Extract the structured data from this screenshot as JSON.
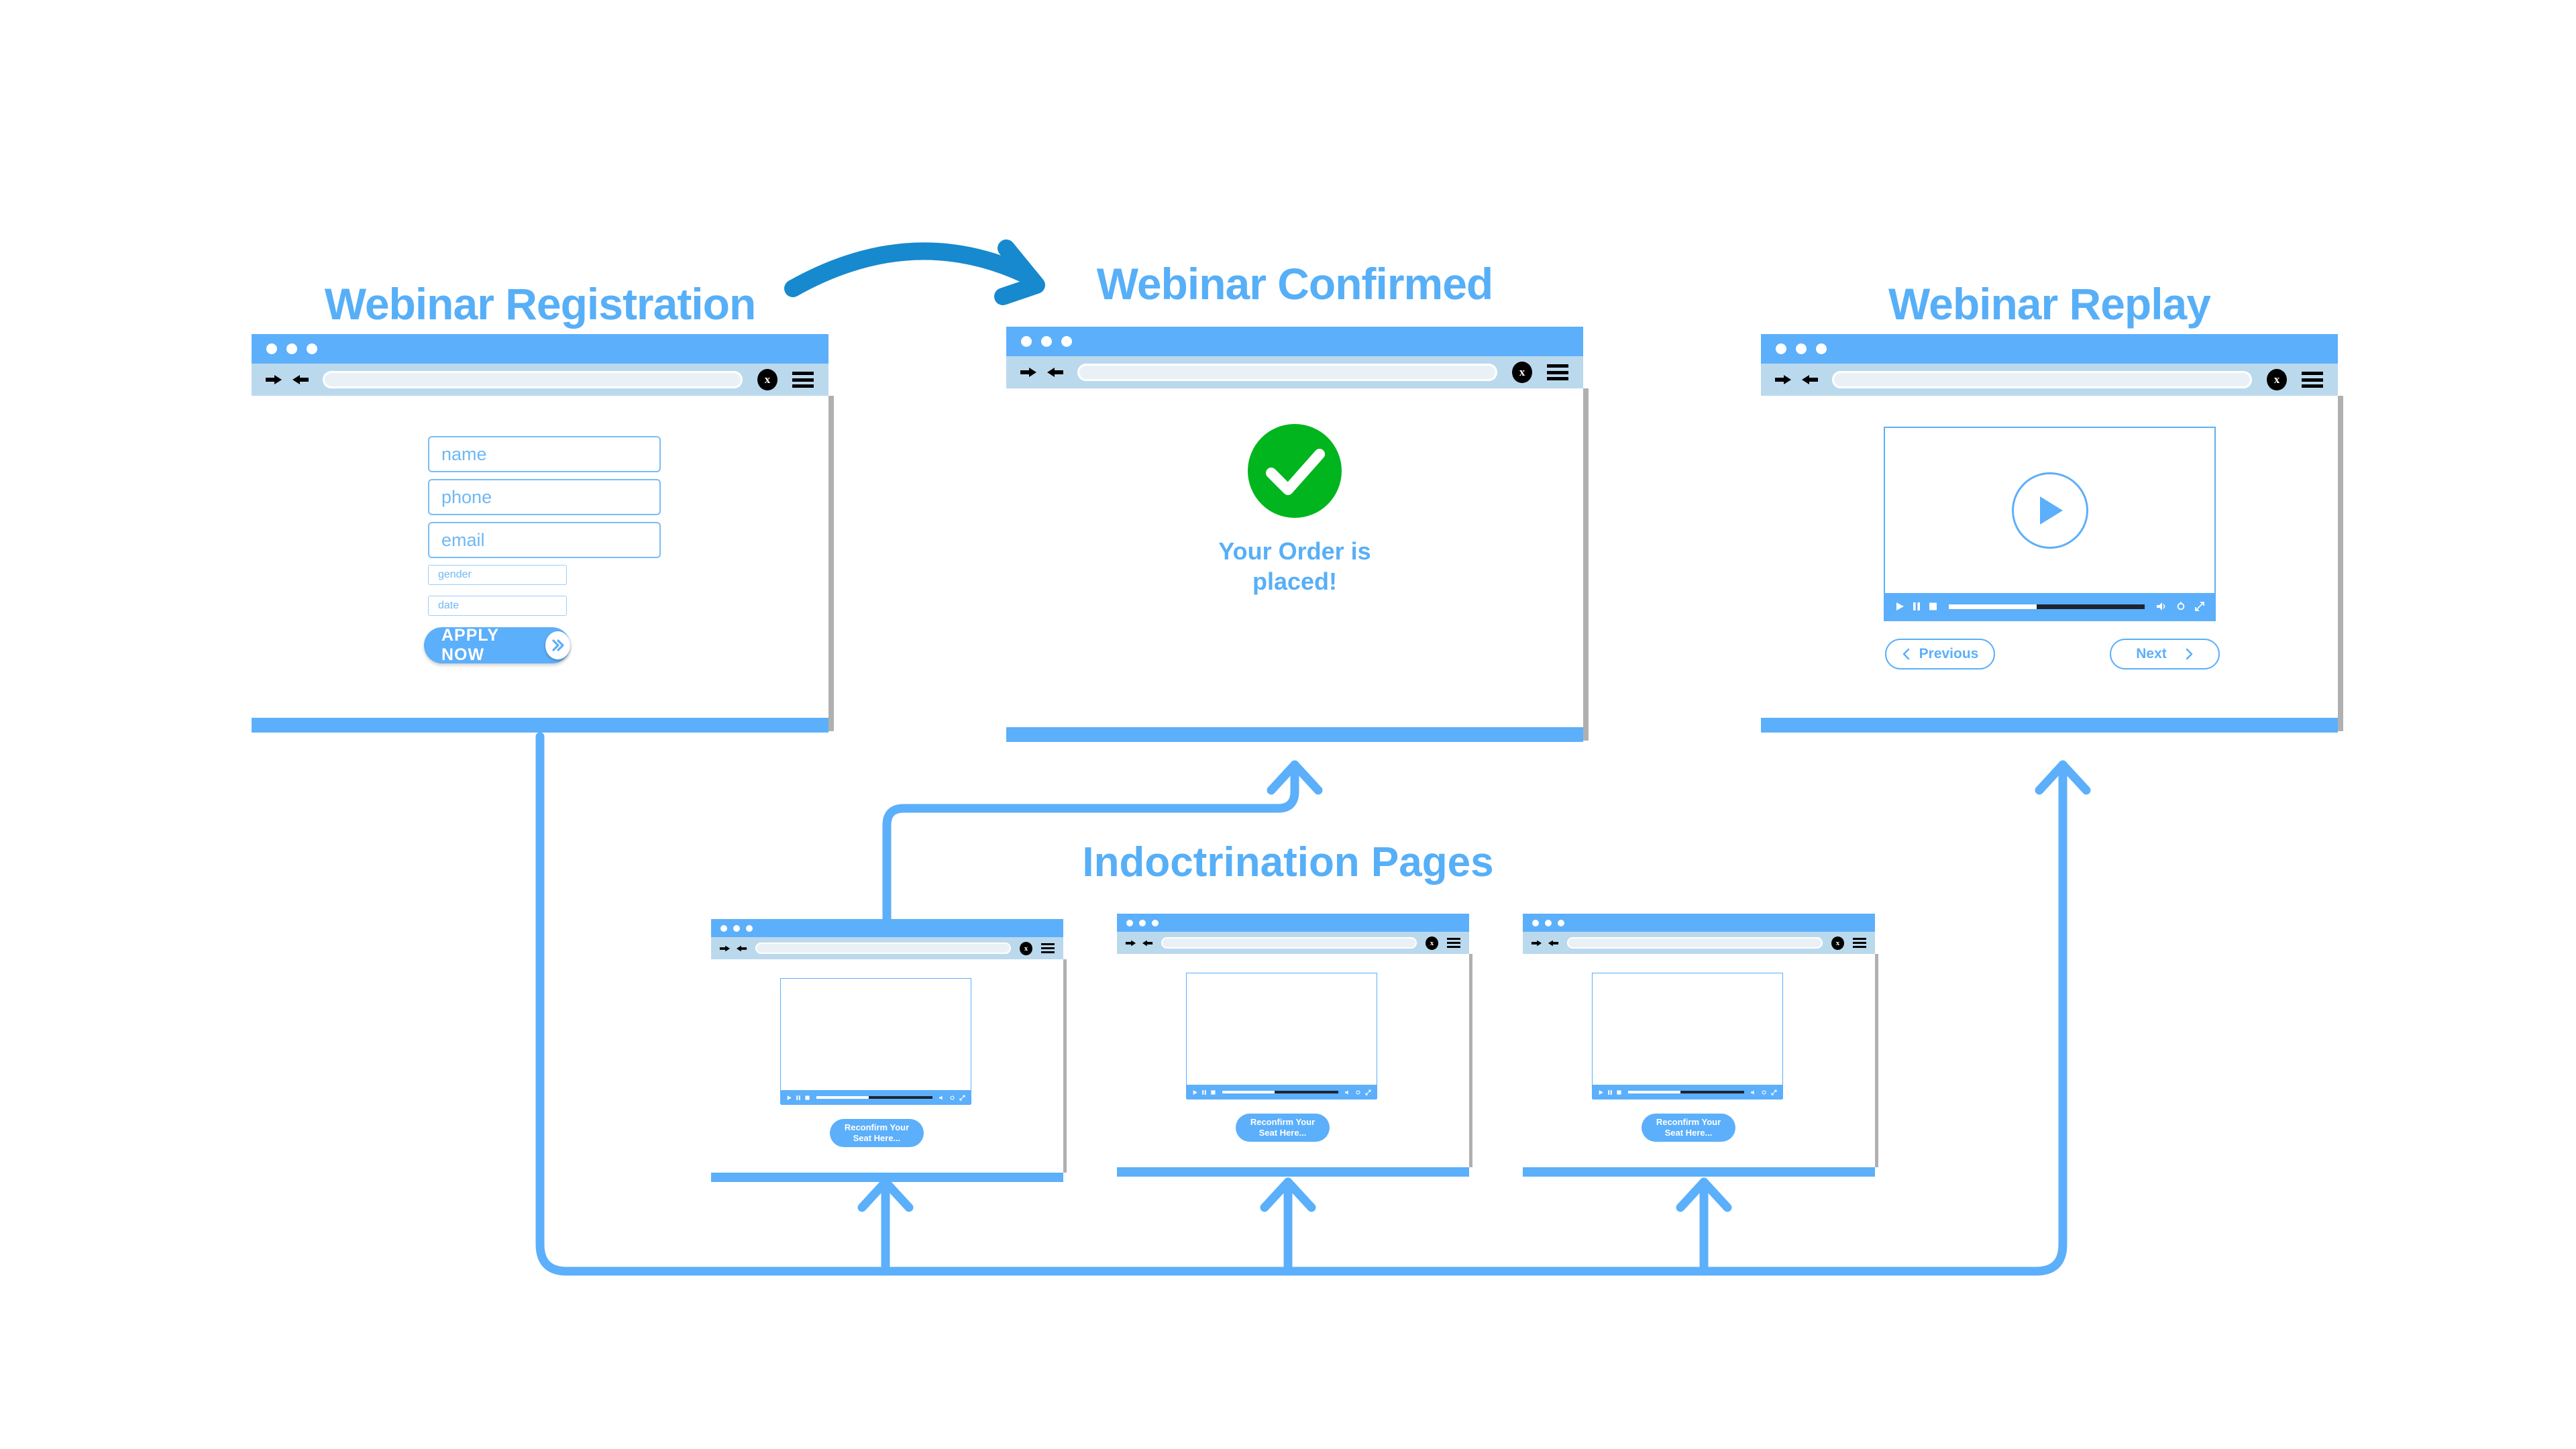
{
  "diagram": {
    "section_title": "Indoctrination Pages",
    "accent": "#5CAFFA",
    "title_color": "#57AFF7",
    "arrow_color": "#1789CE",
    "success_color": "#00B51D"
  },
  "panels": [
    {
      "id": "webinar-registration",
      "title": "Webinar Registration",
      "chrome": {
        "x_badge": "x",
        "url_value": "",
        "url_placeholder": ""
      },
      "form": {
        "fields": [
          {
            "name": "name",
            "placeholder": "name"
          },
          {
            "name": "phone",
            "placeholder": "phone"
          },
          {
            "name": "email",
            "placeholder": "email"
          },
          {
            "name": "gender",
            "placeholder": "gender"
          },
          {
            "name": "date",
            "placeholder": "date"
          }
        ],
        "submit_label": "APPLY NOW",
        "submit_icon": "double-chevron-right-icon"
      }
    },
    {
      "id": "webinar-confirmed",
      "title": "Webinar Confirmed",
      "chrome": {
        "x_badge": "x",
        "url_value": "",
        "url_placeholder": ""
      },
      "success": {
        "icon": "check-circle-icon",
        "message_line1": "Your Order is",
        "message_line2": "placed!"
      }
    },
    {
      "id": "webinar-replay",
      "title": "Webinar Replay",
      "chrome": {
        "x_badge": "x",
        "url_value": "",
        "url_placeholder": ""
      },
      "player": {
        "play_icon": "play-circle-icon",
        "controls": [
          "play-icon",
          "pause-icon",
          "stop-icon",
          "volume-icon",
          "settings-icon",
          "fullscreen-icon"
        ],
        "progress_percent": 45
      },
      "pager": {
        "previous_label": "Previous",
        "next_label": "Next",
        "previous_icon": "chevron-left-icon",
        "next_icon": "chevron-right-icon"
      }
    }
  ],
  "indoctrination": {
    "title": "Indoctrination Pages",
    "pages": [
      {
        "id": "indoctrination-page-1",
        "cta_line1": "Reconfirm Your",
        "cta_line2": "Seat Here...",
        "progress_percent": 45
      },
      {
        "id": "indoctrination-page-2",
        "cta_line1": "Reconfirm Your",
        "cta_line2": "Seat Here...",
        "progress_percent": 45
      },
      {
        "id": "indoctrination-page-3",
        "cta_line1": "Reconfirm Your",
        "cta_line2": "Seat Here...",
        "progress_percent": 45
      }
    ]
  }
}
